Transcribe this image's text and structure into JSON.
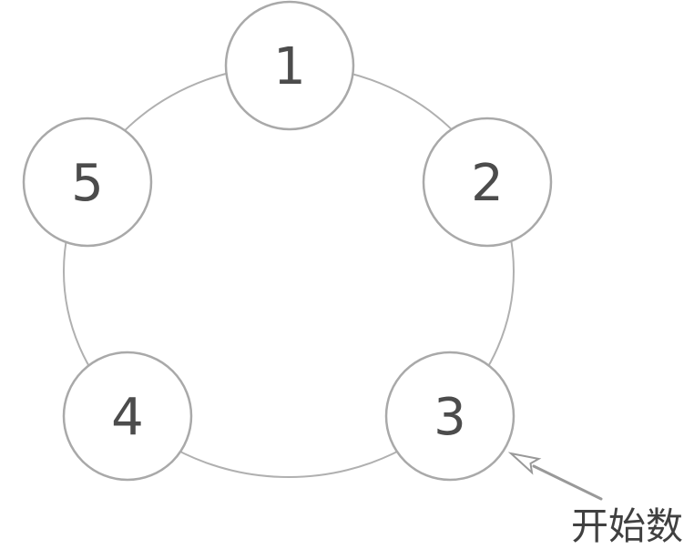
{
  "diagram": {
    "description_visible_content": "circle-of-5-counting-diagram",
    "nodes": [
      {
        "label": "1"
      },
      {
        "label": "2"
      },
      {
        "label": "3"
      },
      {
        "label": "4"
      },
      {
        "label": "5"
      }
    ],
    "annotation": {
      "label": "开始数",
      "points_to_node": "3"
    },
    "colors": {
      "background": "#ffffff",
      "ring_stroke": "#b0b0b0",
      "circle_stroke": "#a9a9a9",
      "circle_fill": "#ffffff",
      "number_color": "#4c4c4c",
      "arrow_color": "#999999",
      "annotation_text_color": "#404040"
    }
  }
}
